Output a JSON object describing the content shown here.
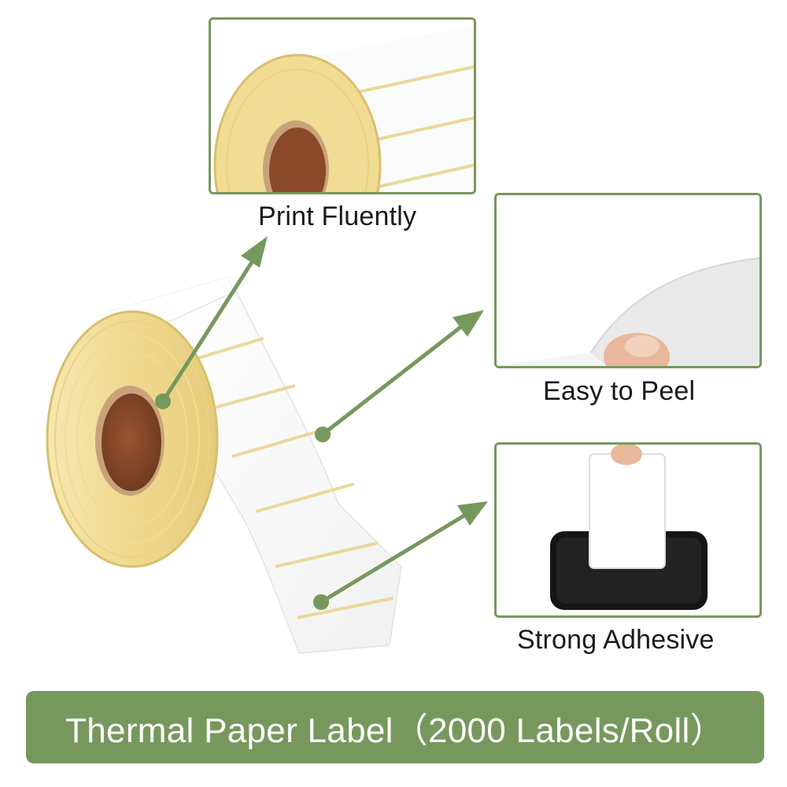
{
  "features": [
    {
      "caption": "Print Fluently"
    },
    {
      "caption": "Easy to Peel"
    },
    {
      "caption": "Strong Adhesive"
    }
  ],
  "banner": {
    "title": "Thermal Paper Label（2000 Labels/Roll）"
  },
  "colors": {
    "accent_green": "#77985d",
    "label_yellow": "#f3df9a",
    "core_brown": "#8a4a2a"
  }
}
